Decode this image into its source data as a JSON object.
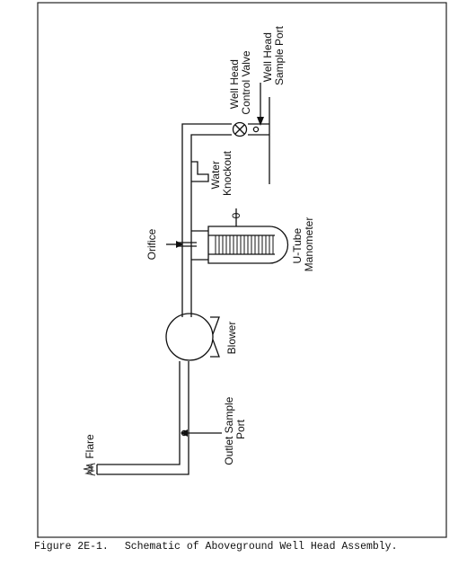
{
  "labels": {
    "well_head_sample_port": [
      "Well Head",
      "Sample Port"
    ],
    "well_head_control_valve": [
      "Well Head",
      "Control Valve"
    ],
    "water_knockout": [
      "Water",
      "Knockout"
    ],
    "manometer_zero": "0",
    "u_tube_manometer": [
      "U-Tube",
      "Manometer"
    ],
    "orifice": "Orifice",
    "blower": "Blower",
    "outlet_sample_port": [
      "Outlet Sample",
      "Port"
    ],
    "flare": "Flare"
  },
  "caption": {
    "figure_number": "Figure 2E-1.",
    "title": "Schematic of Aboveground Well Head Assembly."
  }
}
